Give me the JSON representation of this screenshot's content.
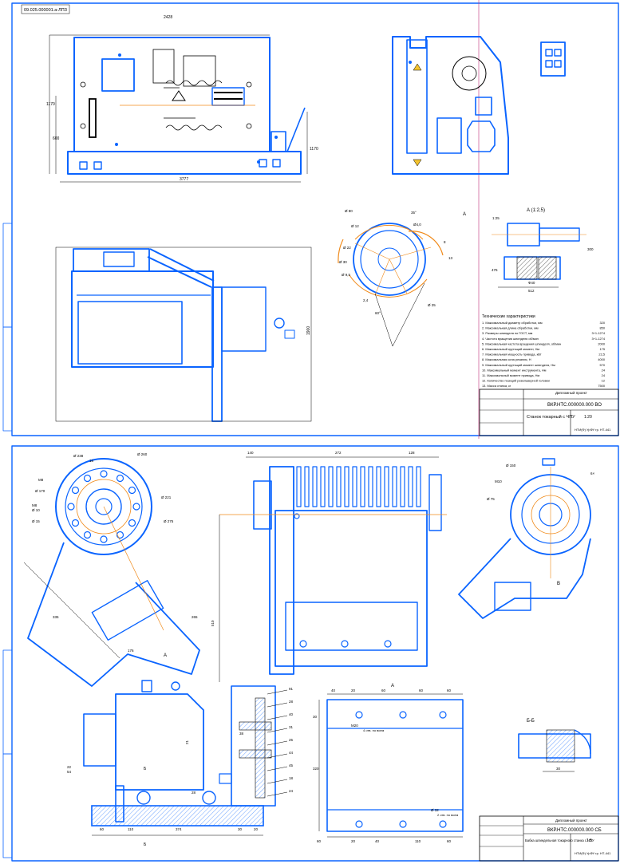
{
  "sheet1": {
    "corner_stamp": "09.025.000001.а-ЛПЗ",
    "dims_top": {
      "overall_top": "2428",
      "overall_bottom": "3777",
      "height_a": "1170",
      "height_b": "600",
      "height_c": "1170"
    },
    "side_height": "1900",
    "section_label": "А (1:2,5)",
    "section_dims": [
      "1:25",
      "512",
      "476",
      "Ф40",
      "300"
    ],
    "disk_labels": [
      "Ø 80",
      "Ø 12",
      "35°",
      "Ø4,0",
      "Ø 22",
      "Ø 30",
      "Ø 9,5",
      "2,4",
      "60°",
      "8",
      "13",
      "А",
      "Ø 25"
    ],
    "tech_title": "Технические характеристики",
    "tech_specs": [
      {
        "label": "1. Максимальный диаметр обработки, мм",
        "value": "320"
      },
      {
        "label": "2. Максимальная длина обработки, мм",
        "value": "850"
      },
      {
        "label": "3. Размеры шпинделя по ГОСТ, мм",
        "value": "3+1-1274"
      },
      {
        "label": "4. Частота вращения шпинделя об/мин",
        "value": "3+1-1274"
      },
      {
        "label": "5. Максимальная частота вращения шпинделя, об/мин",
        "value": "2000"
      },
      {
        "label": "6. Максимальный крутящий момент, Нм",
        "value": "175"
      },
      {
        "label": "7. Максимальная мощность привода, кВт",
        "value": "22,5"
      },
      {
        "label": "8. Максимальная сила резания, Н",
        "value": "4000"
      },
      {
        "label": "9. Максимальный крутящий момент шпинделя, Нм",
        "value": "570"
      },
      {
        "label": "10. Максимальный момент инструмента, Нм",
        "value": "24"
      },
      {
        "label": "11. Максимальный момент привода, Нм",
        "value": "24"
      },
      {
        "label": "12. Количество позиций револьверной головки",
        "value": "12"
      },
      {
        "label": "13. Масса станка, кг",
        "value": "7500"
      }
    ],
    "titleblock": {
      "project": "Дипломный проект",
      "code": "ВКР.НТС.000000.000 ВО",
      "name": "Станок токарный с ЧПУ",
      "scale": "1:20",
      "org": "НТИ(Ф) УрФУ гр. НТ-441"
    }
  },
  "sheet2": {
    "dims_top": [
      "140",
      "272",
      "128"
    ],
    "left_view_labels": [
      "Ø 238",
      "Ø 260",
      "М8",
      "Ø 170",
      "М8",
      "Ø 10",
      "Ø 15",
      "Ø 221",
      "Ø 275",
      "16"
    ],
    "left_view_dims": [
      "335",
      "176",
      "265",
      "А"
    ],
    "right_view_labels": [
      "Ø 150",
      "М10",
      "Ø 75",
      "6×",
      "В"
    ],
    "front_height": "510",
    "bottom_dims": [
      "60",
      "110",
      "374",
      "30",
      "20"
    ],
    "flange_callouts": [
      "91",
      "28",
      "40",
      "31",
      "25",
      "44",
      "45",
      "18",
      "24"
    ],
    "left_callouts": [
      "22",
      "54",
      "21",
      "28",
      "38"
    ],
    "small_b": [
      "Б",
      "Б"
    ],
    "view_a_title": "А",
    "view_a_dims": [
      "40",
      "20",
      "60",
      "60",
      "60",
      "320",
      "30",
      "20",
      "40",
      "110",
      "60",
      "60"
    ],
    "view_a_notes": [
      "М20",
      "4 отв. по всем",
      "Ø 32",
      "2 отв. по всем"
    ],
    "section_b_title": "Б-Б",
    "section_b_dim": "30",
    "titleblock": {
      "project": "Дипломный проект",
      "code": "ВКР.НТС.000000.000 СБ",
      "name": "Бабка шпиндельная токарного станка с ЧПУ",
      "scale": "1:5",
      "org": "НТИ(Ф) УрФУ гр. НТ-441"
    }
  }
}
